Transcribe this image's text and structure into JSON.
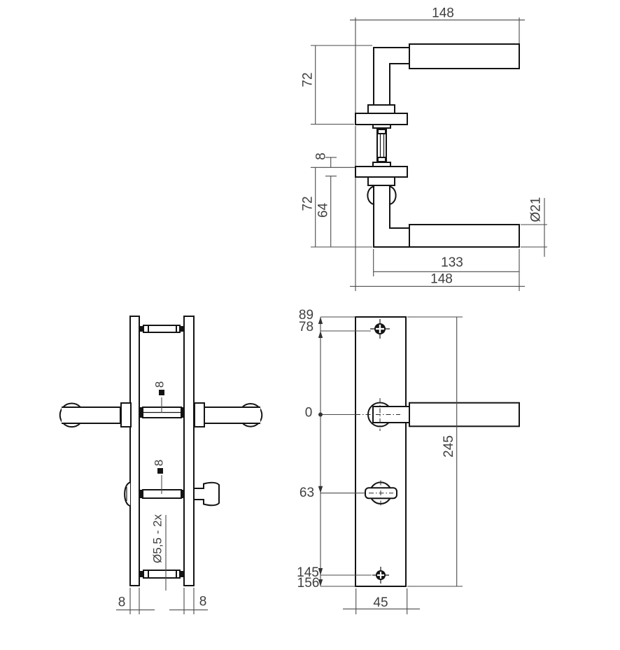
{
  "drawing": {
    "title": "door-handle-technical-drawing",
    "colors": {
      "object_line": "#141414",
      "dimension_line": "#4a4a4a",
      "text": "#3f3f3f",
      "background": "#ffffff"
    },
    "side_view": {
      "total_width_top": "148",
      "height_upper": "72",
      "spindle_exposed": "8",
      "height_lower": "72",
      "height_inner": "64",
      "grip_diameter": "Ø21",
      "grip_length": "133",
      "total_width_bottom": "148"
    },
    "profile_view": {
      "spindle_size_upper": "8",
      "spindle_size_lower": "8",
      "screw_hole_note": "Ø5,5 - 2x",
      "plate_thickness_left": "8",
      "plate_thickness_right": "8"
    },
    "front_view": {
      "plate_top_offset": "89",
      "screw_top_offset": "78",
      "handle_axis": "0",
      "turn_offset": "63",
      "screw_bottom_offset": "145",
      "plate_bottom_offset": "156",
      "plate_height": "245",
      "plate_width": "45"
    }
  }
}
